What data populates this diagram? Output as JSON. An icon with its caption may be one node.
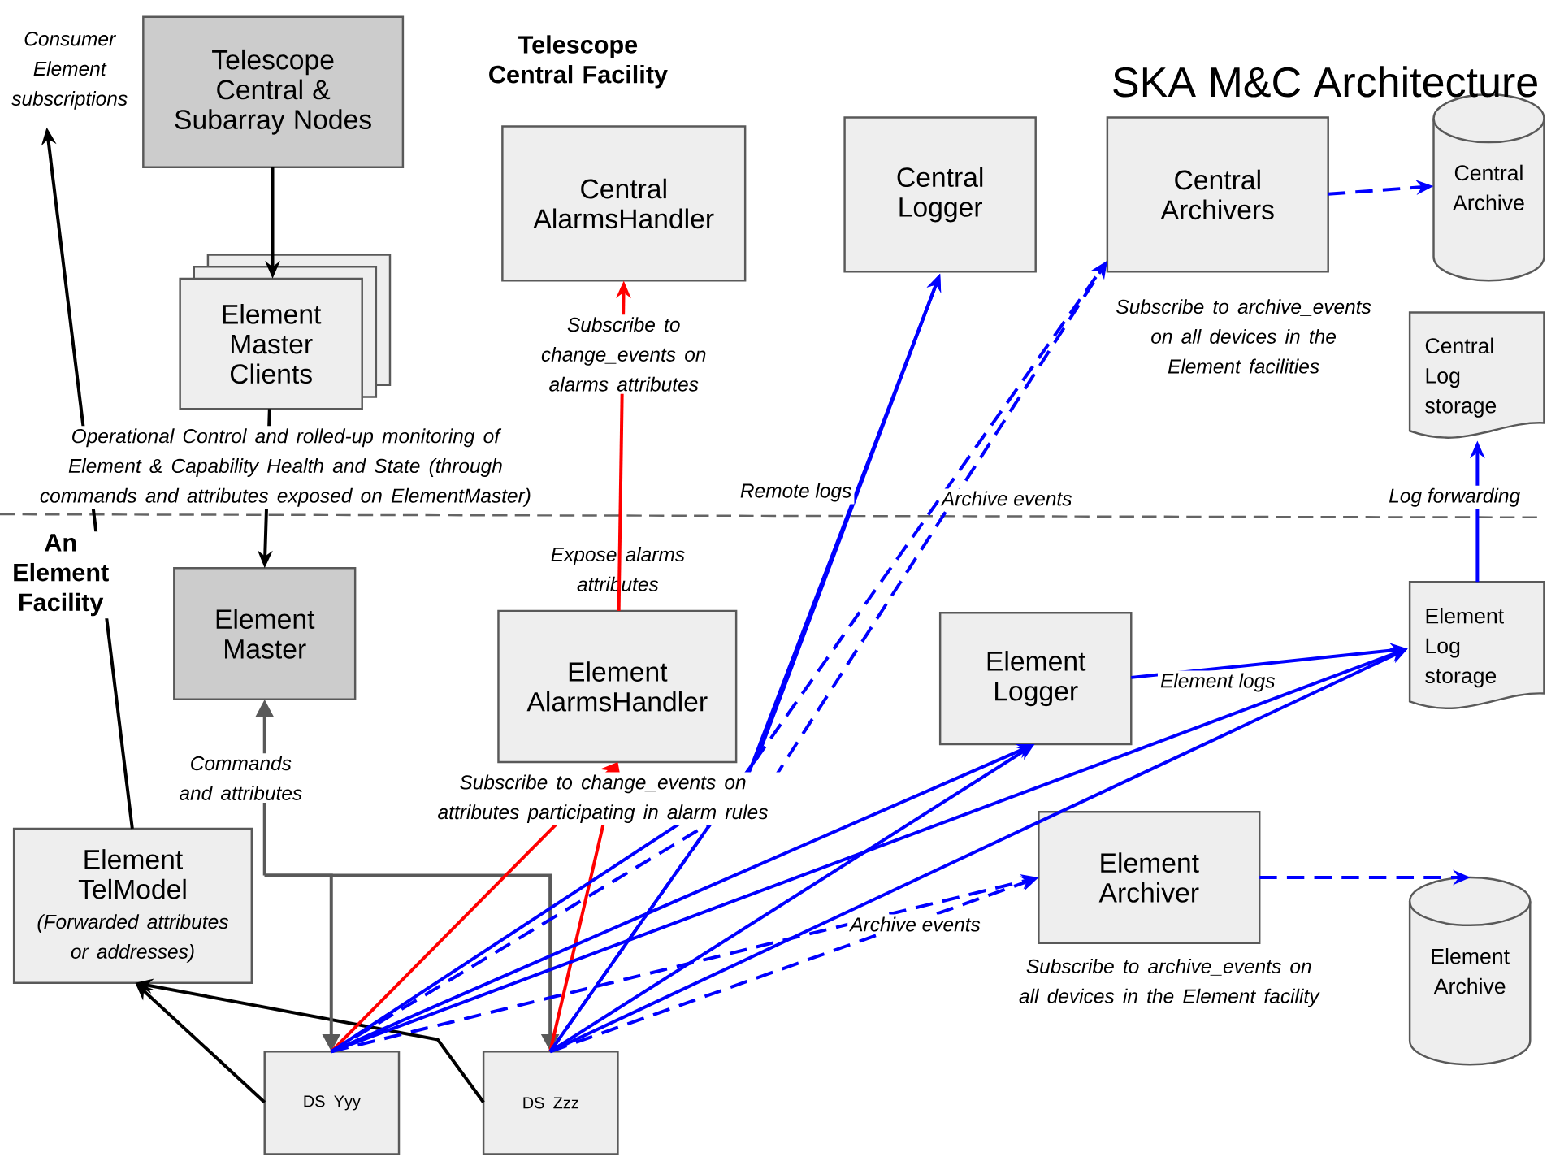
{
  "diagram": {
    "title": "SKA M&C Architecture",
    "nodes": [
      {
        "text": [
          "Telescope Central & Subarray Nodes"
        ]
      },
      {
        "text": [
          "Central AlarmsHandler"
        ]
      },
      {
        "text": [
          "Central Logger"
        ]
      },
      {
        "text": [
          "Central Archivers"
        ],
        "beside": [
          "Subscribe to archive_events on all devices in the Element facilities"
        ]
      },
      {
        "text": [
          "Central Archive"
        ]
      },
      {
        "text": [
          "Element Master Clients"
        ]
      },
      {
        "text": [
          "Central Log storage"
        ]
      },
      {
        "text": [
          "Element Master"
        ]
      },
      {
        "text": [
          "Element AlarmsHandler"
        ],
        "beside": [
          "Expose alarms attributes"
        ]
      },
      {
        "text": [
          "Element Logger"
        ]
      },
      {
        "text": [
          "Element Log storage"
        ]
      },
      {
        "text": [
          "Element TelModel",
          "(Forwarded attributes or addresses)"
        ]
      },
      {
        "text": [
          "Element Archiver"
        ],
        "beside": [
          "Subscribe to archive_events on all devices in the Element facility"
        ]
      },
      {
        "text": [
          "Element Archive"
        ]
      },
      {
        "text": [
          "DS Yyy"
        ]
      },
      {
        "text": [
          "DS Zzz"
        ]
      },
      {
        "text": [
          "Consumer Element subscriptions"
        ]
      }
    ],
    "edges": [
      {
        "from": 0,
        "to": 5,
        "arrow": "to",
        "color": "#000000"
      },
      {
        "from": 5,
        "to": 7,
        "arrow": "to",
        "color": "#000000",
        "label": "Operational Control and rolled-up monitoring of Element & Capability Health and State (through commands and attributes exposed on ElementMaster)"
      },
      {
        "from": 11,
        "to": 16,
        "arrow": "to",
        "color": "#000000"
      },
      {
        "from": 14,
        "to": 11,
        "arrow": "to",
        "color": "#000000"
      },
      {
        "from": 15,
        "to": 11,
        "arrow": "to",
        "color": "#000000"
      },
      {
        "from": 7,
        "to": 14,
        "arrow": "both",
        "color": "#595959",
        "label": "Commands and attributes"
      },
      {
        "from": 7,
        "to": 15,
        "arrow": "both",
        "color": "#595959"
      },
      {
        "from": 8,
        "to": 1,
        "arrow": "to",
        "color": "#ff0000",
        "label": "Subscribe to change_events on alarms attributes"
      },
      {
        "from": 14,
        "to": 8,
        "arrow": "to",
        "color": "#ff0000",
        "label": "Subscribe to change_events on attributes participating in alarm rules"
      },
      {
        "from": 15,
        "to": 8,
        "arrow": "to",
        "color": "#ff0000"
      },
      {
        "from": 14,
        "to": 2,
        "arrow": "to",
        "label": "Remote logs"
      },
      {
        "from": 15,
        "to": 2,
        "arrow": "to"
      },
      {
        "from": 14,
        "to": 3,
        "arrow": "to",
        "style": "dashed",
        "label": "Archive events"
      },
      {
        "from": 15,
        "to": 3,
        "arrow": "to",
        "style": "dashed"
      },
      {
        "from": 3,
        "to": 4,
        "arrow": "to",
        "style": "dashed"
      },
      {
        "from": 10,
        "to": 6,
        "arrow": "to",
        "label": "Log forwarding"
      },
      {
        "from": 9,
        "to": 10,
        "arrow": "to",
        "label": "Element logs"
      },
      {
        "from": 14,
        "to": 9,
        "arrow": "to"
      },
      {
        "from": 15,
        "to": 9,
        "arrow": "to"
      },
      {
        "from": 14,
        "to": 10,
        "arrow": "to"
      },
      {
        "from": 15,
        "to": 10,
        "arrow": "to"
      },
      {
        "from": 14,
        "to": 12,
        "arrow": "to",
        "style": "dashed",
        "label": "Archive events"
      },
      {
        "from": 15,
        "to": 12,
        "arrow": "to",
        "style": "dashed"
      },
      {
        "from": 12,
        "to": 13,
        "arrow": "to",
        "style": "dashed"
      }
    ],
    "labels": [
      "Telescope Central Facility",
      "An Element Facility"
    ]
  }
}
